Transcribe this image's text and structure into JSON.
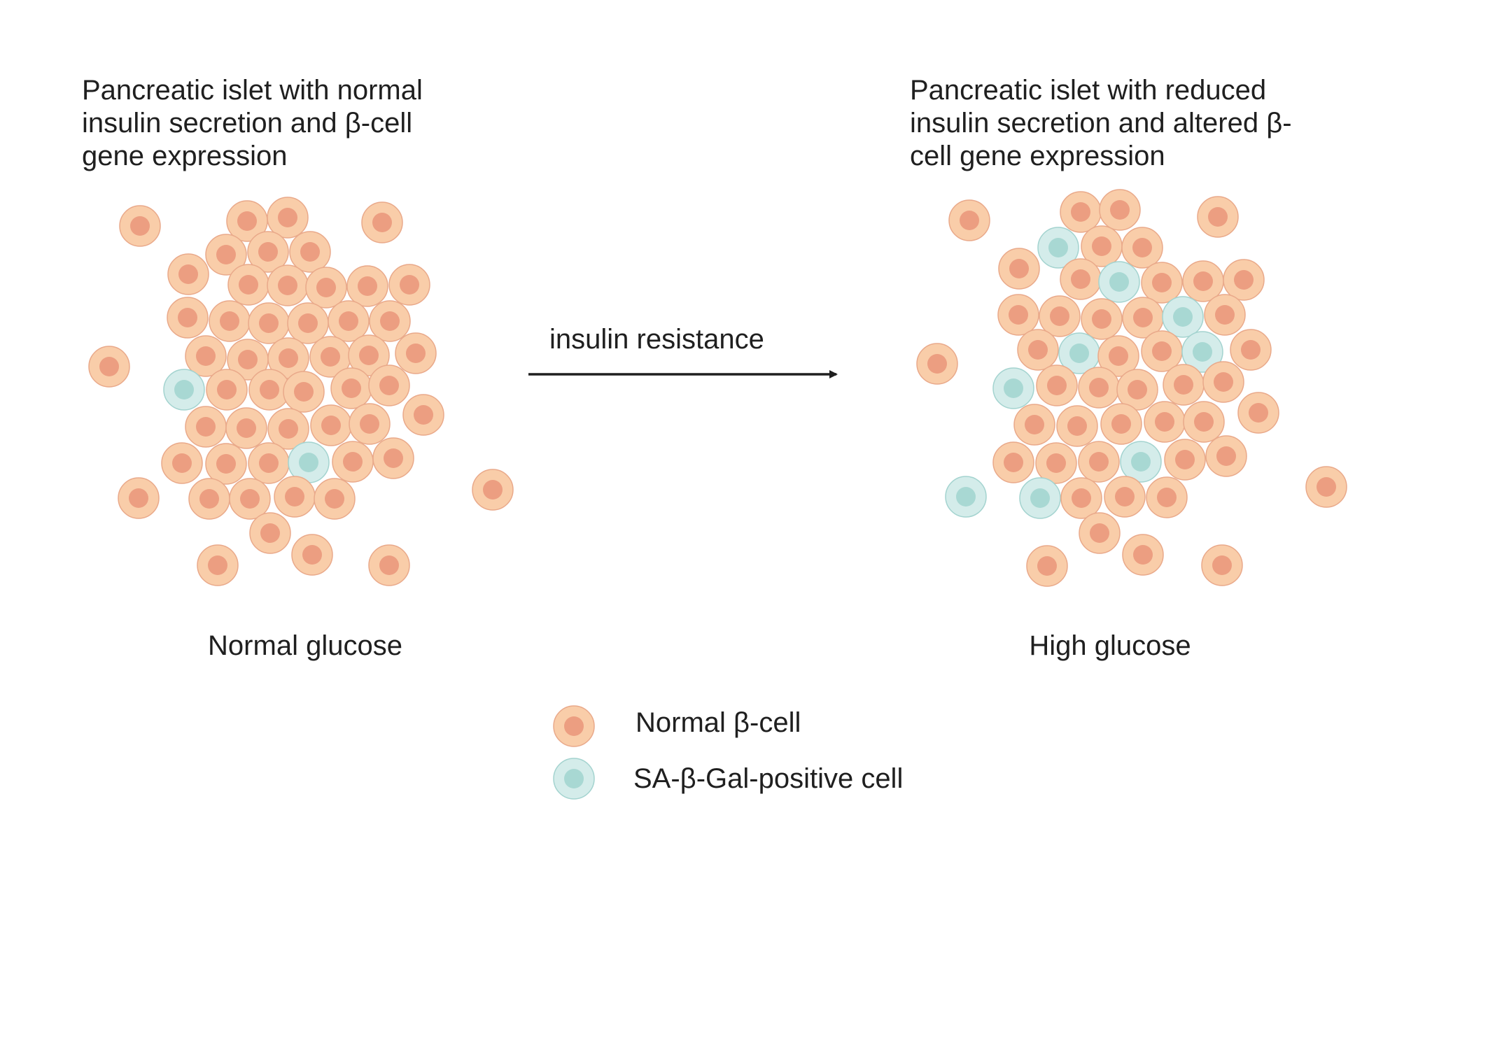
{
  "left_panel": {
    "heading_lines": [
      "Pancreatic islet with normal",
      "insulin secretion and β-cell",
      "gene expression"
    ],
    "caption": "Normal glucose",
    "normal_cell_count": 52,
    "senescent_cell_count": 2
  },
  "arrow": {
    "label": "insulin resistance"
  },
  "right_panel": {
    "heading_lines": [
      "Pancreatic islet with reduced",
      "insulin secretion and altered β-",
      "cell gene expression"
    ],
    "caption": "High glucose",
    "normal_cell_count": 45,
    "senescent_cell_count": 9
  },
  "legend": {
    "items": [
      {
        "label": "Normal β-cell",
        "cell_type": "normal"
      },
      {
        "label": "SA-β-Gal-positive cell",
        "cell_type": "senescent"
      }
    ]
  },
  "colors": {
    "normal_cell_fill": "#F9CDA9",
    "normal_cell_stroke": "#E9A98A",
    "normal_nucleus": "#EC9E81",
    "senescent_cell_fill": "#D4ECEA",
    "senescent_cell_stroke": "#A3D3CF",
    "senescent_nucleus": "#A8D8D3",
    "arrow": "#1f1f1f",
    "text": "#1f1f1f"
  }
}
